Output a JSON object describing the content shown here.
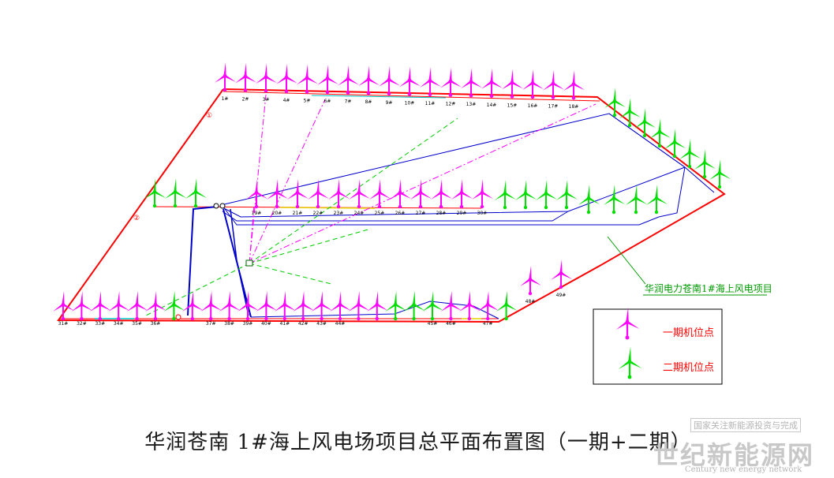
{
  "title": "华润苍南 1#海上风电场项目总平面布置图（一期+二期）",
  "callout": "华润电力苍南1#海上风电项目",
  "legend": {
    "phase1": "一期机位点",
    "phase2": "二期机位点"
  },
  "boundary_markers": [
    "①",
    "②"
  ],
  "watermark": {
    "top": "国家关注新能源投资与完成",
    "main": "世纪新能源网",
    "sub": "Century new energy network"
  },
  "colors": {
    "phase1": "#ff00ff",
    "phase2": "#00dd00",
    "boundary": "#ff0000",
    "cable": "#0000cc",
    "callout": "#009900"
  },
  "rows": {
    "top": {
      "labels": [
        "1#",
        "2#",
        "3#",
        "4#",
        "5#",
        "6#",
        "7#",
        "8#",
        "9#",
        "10#",
        "11#",
        "12#",
        "13#",
        "14#",
        "15#",
        "16#",
        "17#",
        "18#"
      ]
    },
    "middle": {
      "labels": [
        "19#",
        "20#",
        "21#",
        "22#",
        "23#",
        "24#",
        "25#",
        "26#",
        "27#",
        "28#",
        "29#",
        "30#"
      ]
    },
    "bottom": {
      "labels": [
        "31#",
        "32#",
        "33#",
        "34#",
        "35#",
        "36#",
        "37#",
        "38#",
        "39#",
        "40#",
        "41#",
        "42#",
        "43#",
        "44#",
        "45#",
        "46#",
        "47#"
      ]
    },
    "pair": {
      "labels": [
        "48#",
        "49#"
      ]
    }
  }
}
